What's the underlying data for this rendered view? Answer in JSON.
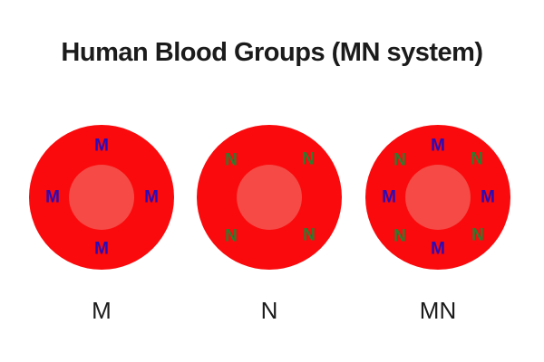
{
  "title": "Human Blood Groups (MN system)",
  "colors": {
    "cell_outer_red": "#fa0a0c",
    "cell_inner_red": "#f54a46",
    "antigen_m_blue": "#2a0cb8",
    "antigen_n_green": "#2e7b2e",
    "text_black": "#1b1b1b",
    "background": "#ffffff"
  },
  "cells": [
    {
      "group_label": "M",
      "antigens": [
        {
          "label": "M",
          "position": "top"
        },
        {
          "label": "M",
          "position": "left"
        },
        {
          "label": "M",
          "position": "right"
        },
        {
          "label": "M",
          "position": "bottom"
        }
      ]
    },
    {
      "group_label": "N",
      "antigens": [
        {
          "label": "N",
          "position": "top-left"
        },
        {
          "label": "N",
          "position": "top-right"
        },
        {
          "label": "N",
          "position": "bottom-left"
        },
        {
          "label": "N",
          "position": "bottom-right"
        }
      ]
    },
    {
      "group_label": "MN",
      "antigens": [
        {
          "label": "M",
          "position": "top"
        },
        {
          "label": "N",
          "position": "top-left"
        },
        {
          "label": "N",
          "position": "top-right"
        },
        {
          "label": "M",
          "position": "left"
        },
        {
          "label": "M",
          "position": "right"
        },
        {
          "label": "N",
          "position": "bottom-left"
        },
        {
          "label": "N",
          "position": "bottom-right"
        },
        {
          "label": "M",
          "position": "bottom"
        }
      ]
    }
  ]
}
